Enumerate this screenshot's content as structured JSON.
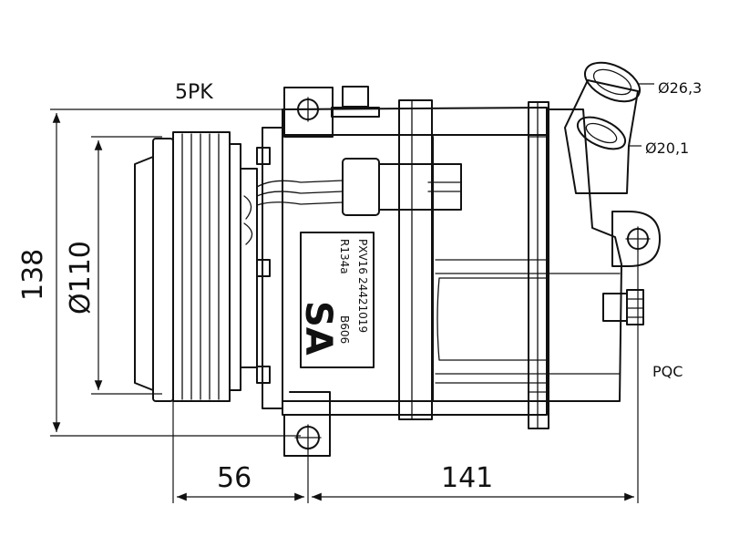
{
  "labels": {
    "belt": "5PK",
    "outlet_diameter": "Ø26,3",
    "inlet_diameter": "Ø20,1",
    "height": "138",
    "pulley_diameter": "Ø110",
    "fitting": "PQC",
    "dim_pulley_to_mount": "56",
    "dim_mount_to_end": "141"
  },
  "plate": {
    "model": "PXV16",
    "part_number": "24421019",
    "refrigerant": "R134a",
    "code": "B606",
    "brand": "SA"
  },
  "colors": {
    "line": "#111111",
    "background": "#ffffff"
  }
}
